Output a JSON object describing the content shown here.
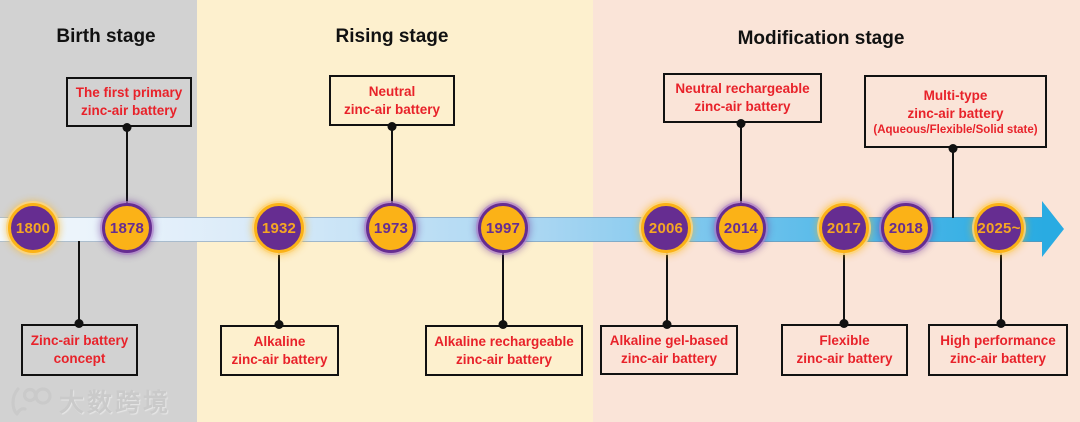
{
  "stages": [
    {
      "label": "Birth stage",
      "bg": "#D2D2D2"
    },
    {
      "label": "Rising stage",
      "bg": "#FDF0CE"
    },
    {
      "label": "Modification stage",
      "bg": "#FAE4D8"
    }
  ],
  "timeline": {
    "nodes": [
      {
        "year": "1800",
        "fill": "purple"
      },
      {
        "year": "1878",
        "fill": "orange"
      },
      {
        "year": "1932",
        "fill": "purple"
      },
      {
        "year": "1973",
        "fill": "orange"
      },
      {
        "year": "1997",
        "fill": "orange"
      },
      {
        "year": "2006",
        "fill": "purple"
      },
      {
        "year": "2014",
        "fill": "orange"
      },
      {
        "year": "2017",
        "fill": "purple"
      },
      {
        "year": "2018",
        "fill": "orange"
      },
      {
        "year": "2025~",
        "fill": "purple"
      }
    ],
    "arrow_color": "#29ABE2"
  },
  "labels": {
    "top": [
      {
        "text": "The first primary\nzinc-air battery"
      },
      {
        "text": "Neutral\nzinc-air battery"
      },
      {
        "text": "Neutral rechargeable\nzinc-air battery"
      },
      {
        "text": "Multi-type\nzinc-air battery",
        "sub": "(Aqueous/Flexible/Solid state)"
      }
    ],
    "bottom": [
      {
        "text": "Zinc-air battery\nconcept"
      },
      {
        "text": "Alkaline\nzinc-air battery"
      },
      {
        "text": "Alkaline rechargeable\nzinc-air battery"
      },
      {
        "text": "Alkaline gel-based\nzinc-air battery"
      },
      {
        "text": "Flexible\nzinc-air battery"
      },
      {
        "text": "High performance\nzinc-air battery"
      }
    ]
  },
  "watermark": {
    "logo": "100-swirl-logo",
    "text": "大数跨境"
  },
  "colors": {
    "node_purple": "#662D91",
    "node_orange": "#FBB217",
    "ring_orange": "#FBB217",
    "ring_purple": "#662D91",
    "label_red": "#E8222A",
    "title_black": "#111111",
    "arrow_blue": "#29ABE2",
    "connector_black": "#111111"
  }
}
